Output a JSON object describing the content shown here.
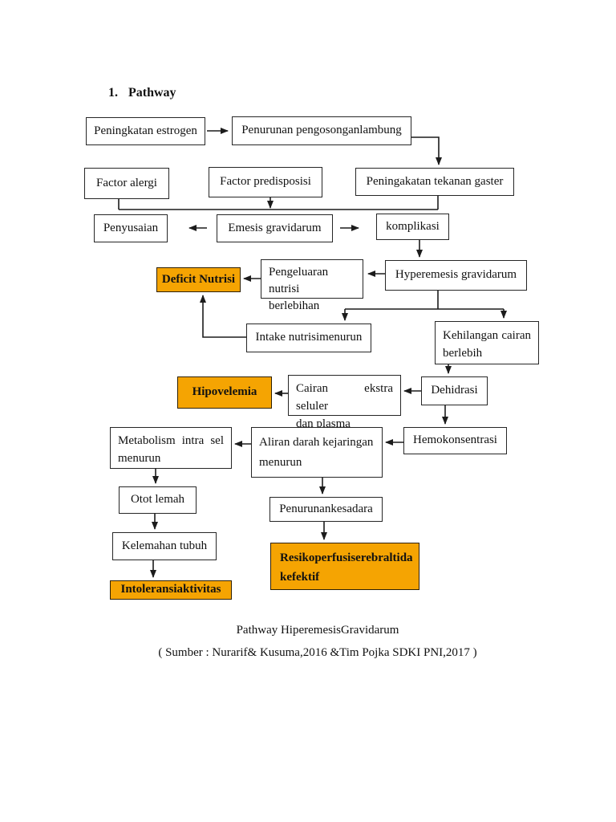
{
  "page": {
    "heading_number": "1.",
    "heading_text": "Pathway"
  },
  "colors": {
    "highlight_orange": "#F5A402",
    "line_black": "#1c1c1c",
    "page_background": "#ffffff"
  },
  "nodes": {
    "peningkatan_estrogen": {
      "label": "Peningkatan estrogen",
      "highlighted": false
    },
    "penurunan_pengosongan_lambung": {
      "label": "Penurunan pengosonganlambung",
      "highlighted": false
    },
    "factor_alergi": {
      "label": "Factor alergi",
      "highlighted": false
    },
    "factor_predisposisi": {
      "label": "Factor predisposisi",
      "highlighted": false
    },
    "peningakatan_tekanan_gaster": {
      "label": "Peningakatan tekanan gaster",
      "highlighted": false
    },
    "penyusaian": {
      "label": "Penyusaian",
      "highlighted": false
    },
    "emesis_gravidarum": {
      "label": "Emesis gravidarum",
      "highlighted": false
    },
    "komplikasi": {
      "label": "komplikasi",
      "highlighted": false
    },
    "hyperemesis_gravidarum": {
      "label": "Hyperemesis gravidarum",
      "highlighted": false
    },
    "pengeluaran_nutrisi": {
      "lines": [
        "Pengeluaran nutrisi",
        "berlebihan"
      ],
      "highlighted": false
    },
    "deficit_nutrisi": {
      "label": "Deficit Nutrisi",
      "highlighted": true
    },
    "intake_nutrisi": {
      "label": "Intake nutrisimenurun",
      "highlighted": false
    },
    "kehilangan_cairan": {
      "lines": [
        "Kehilangan cairan",
        "berlebih"
      ],
      "highlighted": false
    },
    "hipovelemia": {
      "label": "Hipovelemia",
      "highlighted": true
    },
    "cairan_ekstra": {
      "lines": [
        "Cairan ekstra seluler",
        "dan plasma"
      ],
      "highlighted": false
    },
    "dehidrasi": {
      "label": "Dehidrasi",
      "highlighted": false
    },
    "hemokonsentrasi": {
      "label": "Hemokonsentrasi",
      "highlighted": false
    },
    "metabolism": {
      "lines": [
        "Metabolism intra sel",
        "menurun"
      ],
      "highlighted": false
    },
    "aliran_darah": {
      "lines": [
        "Aliran darah kejaringan",
        "menurun"
      ],
      "highlighted": false
    },
    "otot_lemah": {
      "label": "Otot lemah",
      "highlighted": false
    },
    "kelemahan_tubuh": {
      "label": "Kelemahan tubuh",
      "highlighted": false
    },
    "intoleransi_aktivitas": {
      "label": "Intoleransiaktivitas",
      "highlighted": true
    },
    "penurunan_kesadara": {
      "label": "Penurunankesadara",
      "highlighted": false
    },
    "resiko_perfusi": {
      "lines": [
        "Resikoperfusiserebraltida",
        "kefektif"
      ],
      "highlighted": true
    }
  },
  "edges": [
    {
      "from": "Peningkatan estrogen",
      "to": "Penurunan pengosonganlambung"
    },
    {
      "from": "Penurunan pengosonganlambung",
      "to": "Peningakatan tekanan gaster"
    },
    {
      "from": "Factor alergi",
      "to": "Emesis gravidarum"
    },
    {
      "from": "Factor predisposisi",
      "to": "Emesis gravidarum"
    },
    {
      "from": "Peningakatan tekanan gaster",
      "to": "Emesis gravidarum"
    },
    {
      "from": "Emesis gravidarum",
      "to": "Penyusaian"
    },
    {
      "from": "Emesis gravidarum",
      "to": "komplikasi"
    },
    {
      "from": "komplikasi",
      "to": "Hyperemesis gravidarum"
    },
    {
      "from": "Hyperemesis gravidarum",
      "to": "Pengeluaran nutrisi berlebihan"
    },
    {
      "from": "Pengeluaran nutrisi berlebihan",
      "to": "Deficit Nutrisi"
    },
    {
      "from": "Hyperemesis gravidarum",
      "to": "Intake nutrisimenurun"
    },
    {
      "from": "Hyperemesis gravidarum",
      "to": "Kehilangan cairan berlebih"
    },
    {
      "from": "Intake nutrisimenurun",
      "to": "Deficit Nutrisi"
    },
    {
      "from": "Kehilangan cairan berlebih",
      "to": "Dehidrasi"
    },
    {
      "from": "Dehidrasi",
      "to": "Cairan ekstra seluler dan plasma"
    },
    {
      "from": "Cairan ekstra seluler dan plasma",
      "to": "Hipovelemia"
    },
    {
      "from": "Dehidrasi",
      "to": "Hemokonsentrasi"
    },
    {
      "from": "Hemokonsentrasi",
      "to": "Aliran darah kejaringan menurun"
    },
    {
      "from": "Aliran darah kejaringan menurun",
      "to": "Metabolism intra sel menurun"
    },
    {
      "from": "Metabolism intra sel menurun",
      "to": "Otot lemah"
    },
    {
      "from": "Otot lemah",
      "to": "Kelemahan tubuh"
    },
    {
      "from": "Kelemahan tubuh",
      "to": "Intoleransiaktivitas"
    },
    {
      "from": "Aliran darah kejaringan menurun",
      "to": "Penurunankesadara"
    },
    {
      "from": "Penurunankesadara",
      "to": "Resikoperfusiserebraltida kefektif"
    }
  ],
  "caption": {
    "title": "Pathway HiperemesisGravidarum",
    "source": "( Sumber : Nurarif& Kusuma,2016 &Tim Pojka SDKI PNI,2017 )"
  }
}
